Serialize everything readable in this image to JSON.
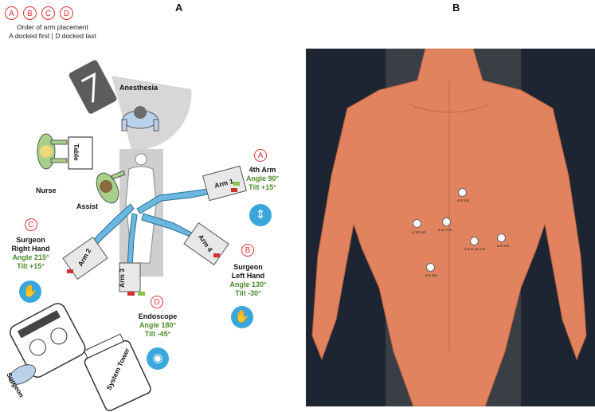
{
  "panels": {
    "a": "A",
    "b": "B"
  },
  "legend": {
    "letters": [
      "A",
      "B",
      "C",
      "D"
    ],
    "line1": "Order of arm placement",
    "line2": "A docked first | D docked last"
  },
  "labels": {
    "anesthesia": "Anesthesia",
    "table": "Table",
    "nurse": "Nurse",
    "assist": "Assist",
    "system_tower": "System Tower",
    "surgeon": "Surgeon"
  },
  "arms": [
    {
      "badge": "A",
      "title": "4th Arm",
      "angle": "Angle 90°",
      "tilt": "Tilt +15°",
      "icon": "updown-arrows-icon"
    },
    {
      "badge": "B",
      "title1": "Surgeon",
      "title2": "Left Hand",
      "angle": "Angle 130°",
      "tilt": "Tilt -30°",
      "icon": "left-hand-icon"
    },
    {
      "badge": "C",
      "title1": "Surgeon",
      "title2": "Right Hand",
      "angle": "Angle 215°",
      "tilt": "Tilt +15°",
      "icon": "right-hand-icon"
    },
    {
      "badge": "D",
      "title": "Endoscope",
      "angle": "Angle 180°",
      "tilt": "Tilt -45°",
      "icon": "camera-icon"
    }
  ],
  "arm_tags": [
    "Arm 1",
    "Arm 2",
    "Arm 3",
    "Arm 4"
  ],
  "ports": [
    {
      "label": "ø 8 mm"
    },
    {
      "label": "ø 12 mm"
    },
    {
      "label": "ø 11 mm"
    },
    {
      "label": "ø 8 or 11 mm"
    },
    {
      "label": "ø 8 mm"
    },
    {
      "label": "ø 8 mm"
    }
  ],
  "colors": {
    "badge": "#e03030",
    "accent_green": "#4e8b2c",
    "icon_blue": "#3aa7dc",
    "skin": "#e0835e"
  }
}
